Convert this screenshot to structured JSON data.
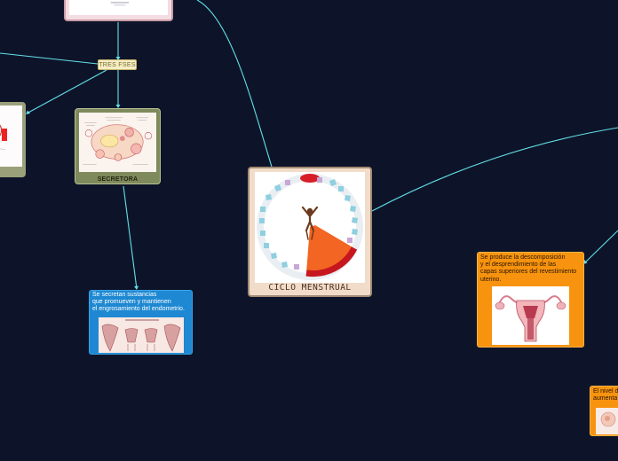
{
  "map": {
    "central": {
      "label": "CICLO MENSTRUAL"
    },
    "phases": {
      "label": "TRES FSES"
    },
    "secretora": {
      "label": "SECRETORA"
    },
    "secretora_detail": {
      "text": "Se secretan sustancias\nque promueven y mantienen\nel engrosamiento del endometrio."
    },
    "descamacion_detail": {
      "text": "Se produce la descomposición\ny el desprendimiento de las\ncapas superiores del revestimiento\nuterino."
    },
    "partial_node": {
      "text": "El nivel d\naumenta"
    }
  },
  "colors": {
    "background": "#0d1429",
    "connector": "#63e0e6",
    "orange_node": "#f7930e",
    "blue_node": "#1e88d2",
    "olive_node": "#7f8a5c"
  },
  "icons": [
    "menstrual-cycle-wheel-image",
    "uterus-image",
    "ovarian-cycle-image",
    "endometrium-image"
  ]
}
